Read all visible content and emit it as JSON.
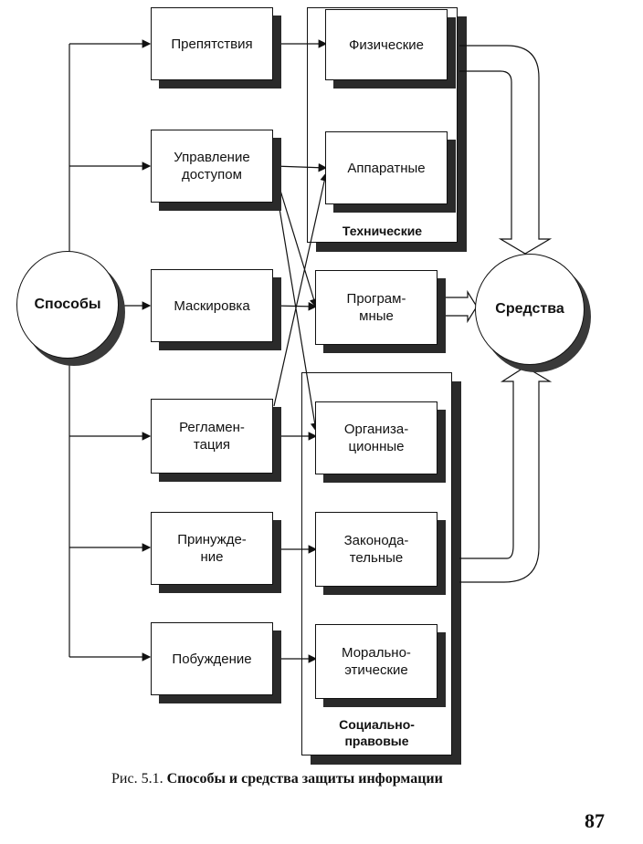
{
  "methods": {
    "center": "Способы",
    "items": [
      "Препятствия",
      "Управление\nдоступом",
      "Маскировка",
      "Регламен-\nтация",
      "Принужде-\nние",
      "Побуждение"
    ]
  },
  "means": {
    "center": "Средства",
    "technical": {
      "label": "Технические",
      "items": [
        "Физические",
        "Аппаратные"
      ]
    },
    "software": "Програм-\nмные",
    "social_legal": {
      "label": "Социально-\nправовые",
      "items": [
        "Организа-\nционные",
        "Законода-\nтельные",
        "Морально-\nэтические"
      ]
    }
  },
  "caption": {
    "prefix": "Рис. 5.1.",
    "text": "Способы и средства защиты информации"
  },
  "page_number": "87"
}
